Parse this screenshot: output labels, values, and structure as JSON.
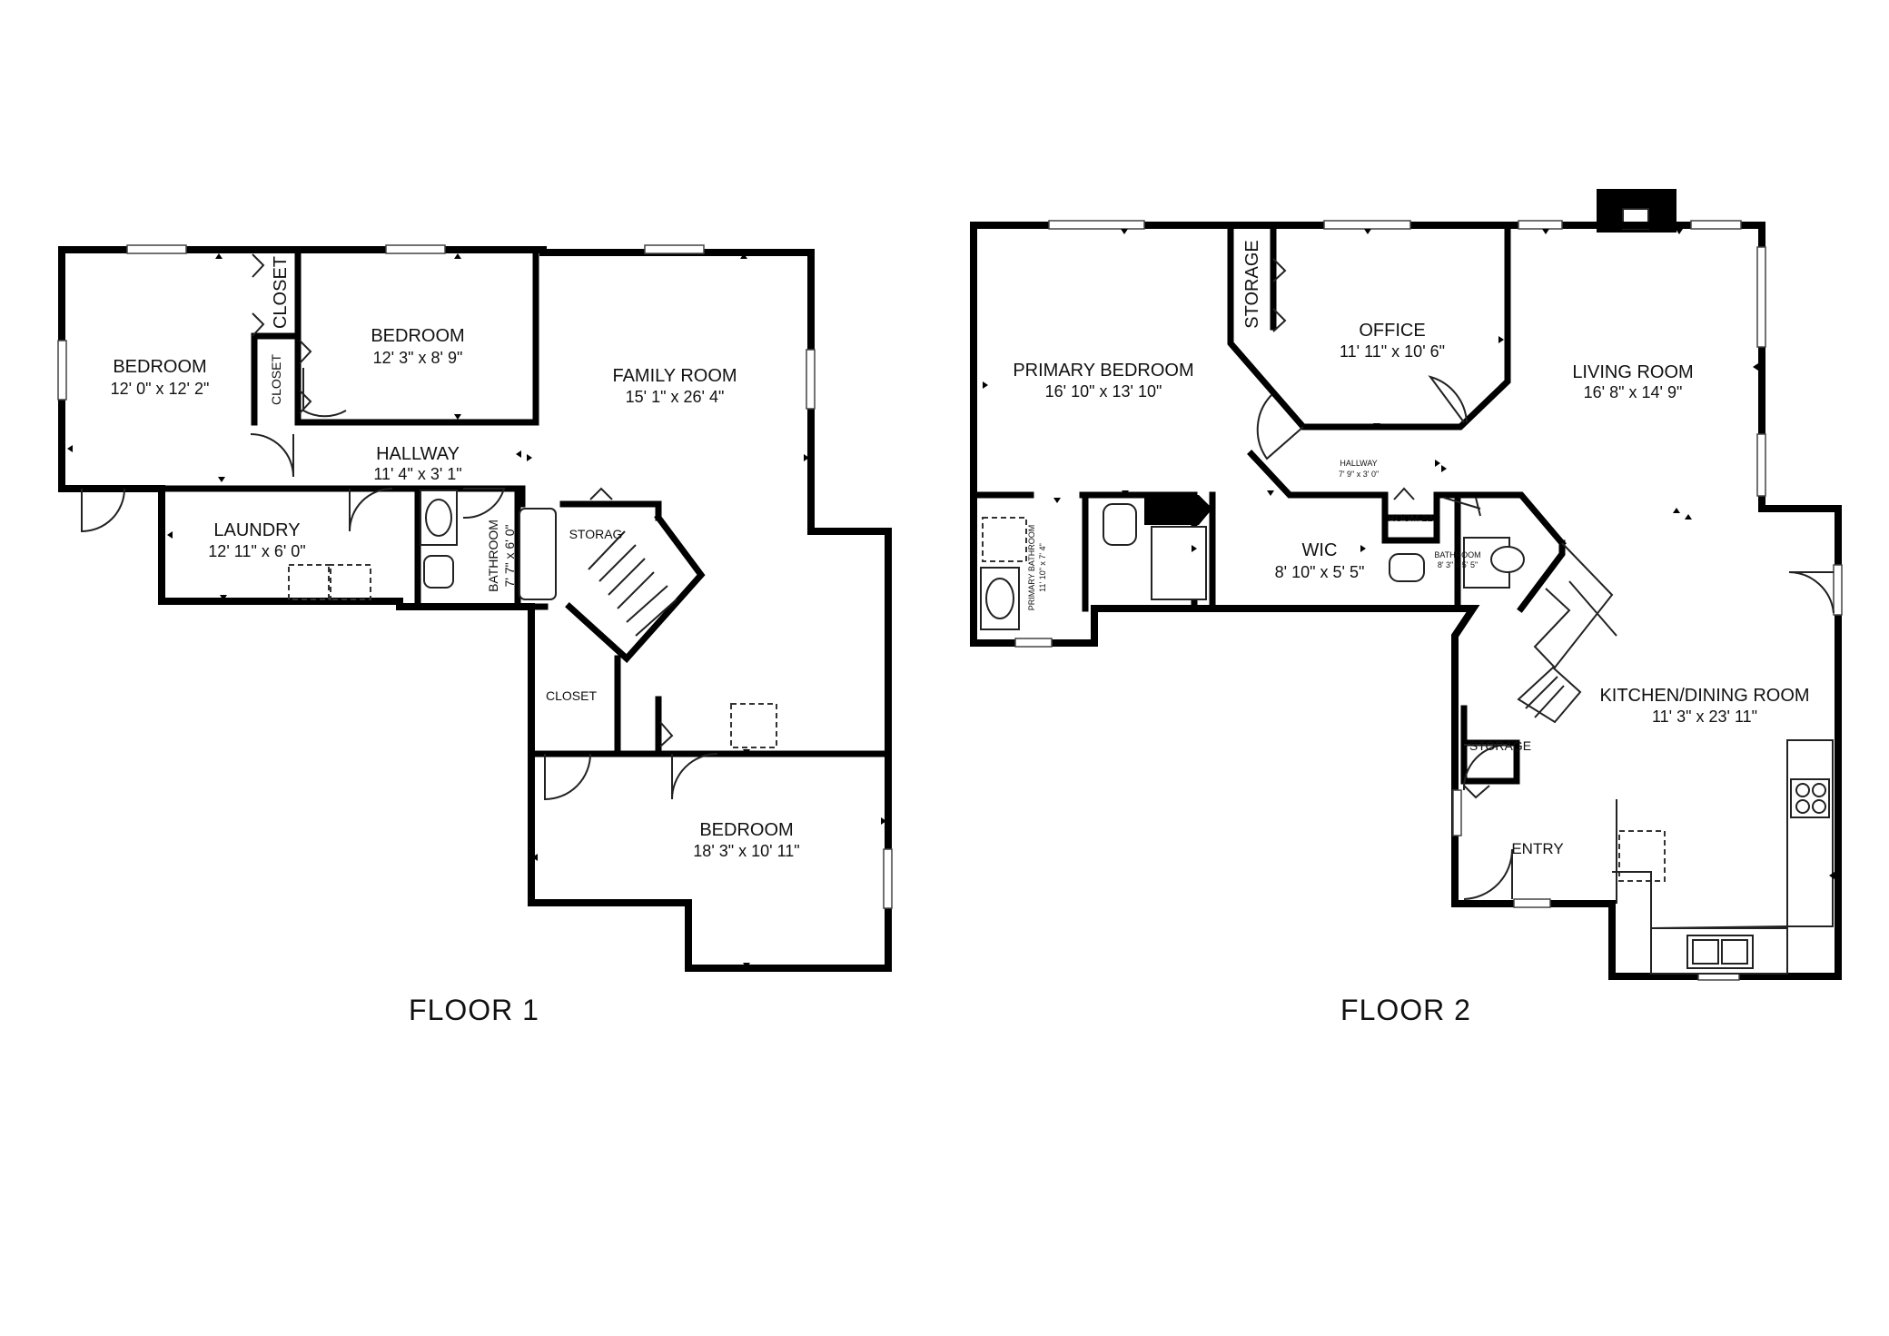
{
  "floors": [
    {
      "label": "FLOOR 1",
      "rooms": [
        {
          "name": "BEDROOM",
          "dims": "12' 0\" x 12' 2\""
        },
        {
          "name": "BEDROOM",
          "dims": "12' 3\" x 8' 9\""
        },
        {
          "name": "FAMILY ROOM",
          "dims": "15' 1\" x 26' 4\""
        },
        {
          "name": "HALLWAY",
          "dims": "11' 4\" x 3' 1\""
        },
        {
          "name": "LAUNDRY",
          "dims": "12' 11\" x 6' 0\""
        },
        {
          "name": "BATHROOM",
          "dims": "7' 7\" x 6' 0\""
        },
        {
          "name": "BEDROOM",
          "dims": "18' 3\" x 10' 11\""
        },
        {
          "name": "CLOSET",
          "dims": ""
        },
        {
          "name": "CLOSET",
          "dims": ""
        },
        {
          "name": "CLOSET",
          "dims": ""
        },
        {
          "name": "STORAG",
          "dims": ""
        }
      ]
    },
    {
      "label": "FLOOR 2",
      "rooms": [
        {
          "name": "PRIMARY BEDROOM",
          "dims": "16' 10\" x 13' 10\""
        },
        {
          "name": "STORAGE",
          "dims": ""
        },
        {
          "name": "OFFICE",
          "dims": "11' 11\" x 10' 6\""
        },
        {
          "name": "LIVING ROOM",
          "dims": "16' 8\" x 14' 9\""
        },
        {
          "name": "HALLWAY",
          "dims": "7' 9\" x 3' 0\""
        },
        {
          "name": "PRIMARY BATHROOM",
          "dims": "11' 10\" x 7' 4\""
        },
        {
          "name": "WIC",
          "dims": "8' 10\" x 5' 5\""
        },
        {
          "name": "ROOM 22",
          "dims": ""
        },
        {
          "name": "BATHROOM",
          "dims": "8' 3\" x 5' 5\""
        },
        {
          "name": "KITCHEN/DINING ROOM",
          "dims": "11' 3\" x 23' 11\""
        },
        {
          "name": "STORAGE",
          "dims": ""
        },
        {
          "name": "ENTRY",
          "dims": ""
        }
      ]
    }
  ]
}
